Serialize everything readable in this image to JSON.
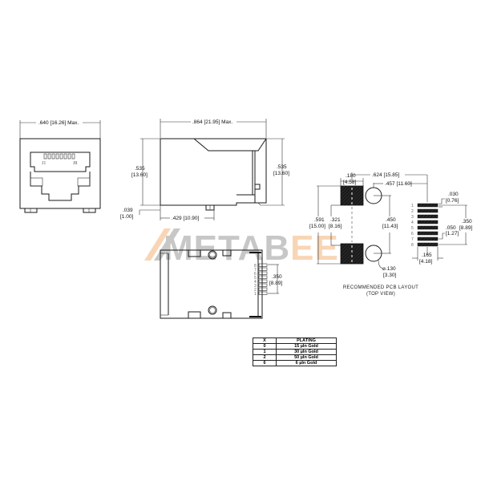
{
  "front_view": {
    "width_dim": ".640 [16.26] Max.",
    "pin_label_left": "J1",
    "pin_label_right": "J8"
  },
  "side_view": {
    "length_dim": ".864 [21.95] Max.",
    "height_dim_left_in": ".535",
    "height_dim_left_mm": "[13.60]",
    "height_dim_right_in": ".535",
    "height_dim_right_mm": "[13.60]",
    "standoff_in": ".039",
    "standoff_mm": "[1.00]",
    "post_dim": ".429 [10.90]"
  },
  "bottom_view": {
    "pin_numbers": [
      "8",
      "7",
      "6",
      "5",
      "4",
      "3",
      "2",
      "1"
    ],
    "pitch_span_in": ".350",
    "pitch_span_mm": "[8.89]"
  },
  "pcb_layout": {
    "pad_width_in": ".180",
    "pad_width_mm": "[4.58]",
    "overall_width": ".624 [15.85]",
    "hole_offset": ".457 [11.60]",
    "height_total_in": ".591",
    "height_total_mm": "[15.00]",
    "pad_offset_in": ".321",
    "pad_offset_mm": "[8.16]",
    "hole_spacing_in": ".450",
    "hole_spacing_mm": "[11.43]",
    "hole_dia_in": "⌀.130",
    "hole_dia_mm": "[3.30]",
    "pin_pad_width_in": ".030",
    "pin_pad_width_mm": "[0.76]",
    "pin_span_in": ".350",
    "pin_span_mm": "[8.89]",
    "pin_pitch_in": ".050",
    "pin_pitch_mm": "[1.27]",
    "pin_row_width_in": ".165",
    "pin_row_width_mm": "[4.18]",
    "pin_numbers": [
      "1",
      "2",
      "3",
      "4",
      "5",
      "6",
      "7",
      "8"
    ],
    "caption_line1": "RECOMMENDED PCB LAYOUT",
    "caption_line2": "(TOP VIEW)"
  },
  "plating_table": {
    "headers": [
      "X",
      "PLATING"
    ],
    "rows": [
      {
        "x": "0",
        "plating": "15 µIn Gold"
      },
      {
        "x": "1",
        "plating": "30 µIn Gold"
      },
      {
        "x": "2",
        "plating": "50 µIn Gold"
      },
      {
        "x": "6",
        "plating": "6 µIn Gold"
      }
    ]
  },
  "watermark": {
    "text_gray": "METAB",
    "text_orange": "EE",
    "gray": "#9a9a9a",
    "orange": "#f3b37a"
  }
}
